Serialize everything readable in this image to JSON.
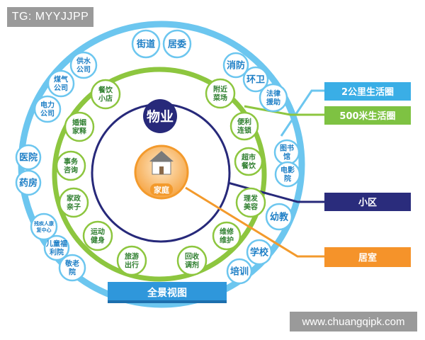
{
  "watermark_top": "TG: MYYJJPP",
  "watermark_bottom": "www.chuangqipk.com",
  "center": {
    "home_label": "家庭",
    "property_label": "物业"
  },
  "outer_ring_items": [
    "街道",
    "居委",
    "消防",
    "环卫",
    "法律援助",
    "图书馆",
    "电影院",
    "幼教",
    "学校",
    "培训",
    "敬老院",
    "儿童福利院",
    "残疾人康复中心",
    "药房",
    "医院",
    "电力公司",
    "煤气公司",
    "供水公司"
  ],
  "middle_ring_items": [
    "餐饮小店",
    "附近菜场",
    "便利连锁",
    "超市餐饮",
    "理发美容",
    "维修维护",
    "回收调剂",
    "旅游出行",
    "运动健身",
    "家政亲子",
    "事务咨询",
    "婚姻家释"
  ],
  "legend": {
    "outer": "2公里生活圈",
    "middle": "500米生活圈",
    "community": "小区",
    "home": "居室",
    "panorama": "全景视图"
  },
  "colors": {
    "outer_ring": "#6cc6ef",
    "bubble_fill": "#ffffff",
    "outer_text": "#1e7fc6",
    "middle_ring": "#8dc63f",
    "middle_text": "#2f7f2f",
    "inner_ring": "#27297a",
    "home_orange": "#f39a2c",
    "legend_blue": "#3aaee6",
    "legend_green": "#7ec242",
    "legend_navy": "#2a2c7c",
    "legend_orange": "#f5932a",
    "panorama_blue": "#2f97db"
  },
  "icons": [
    "house-icon"
  ]
}
